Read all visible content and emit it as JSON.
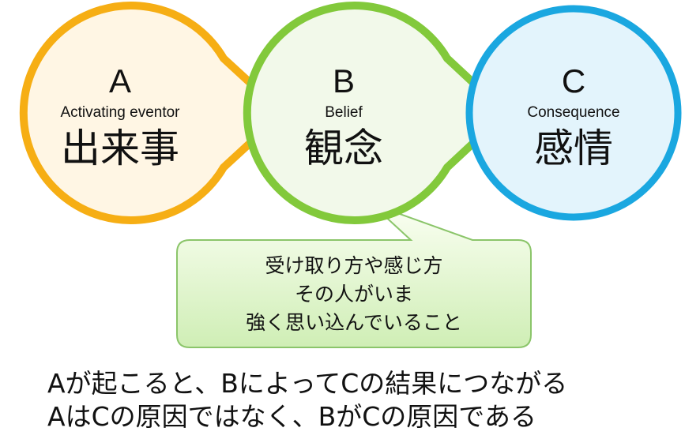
{
  "nodes": {
    "a": {
      "letter": "A",
      "subtitle": "Activating eventor",
      "label": "出来事",
      "color": "#f6ae14",
      "fill": "#fff6e4"
    },
    "b": {
      "letter": "B",
      "subtitle": "Belief",
      "label": "観念",
      "color": "#82c93b",
      "fill": "#f2f9ea"
    },
    "c": {
      "letter": "C",
      "subtitle": "Consequence",
      "label": "感情",
      "color": "#1aa7e0",
      "fill": "#e3f4fc"
    }
  },
  "callout": {
    "lines": [
      "受け取り方や感じ方",
      "その人がいま",
      "強く思い込んでいること"
    ],
    "border": "#8bc56a"
  },
  "caption": {
    "line1": "Aが起こると、BによってCの結果につながる",
    "line2": "AはCの原因ではなく、BがCの原因である"
  }
}
